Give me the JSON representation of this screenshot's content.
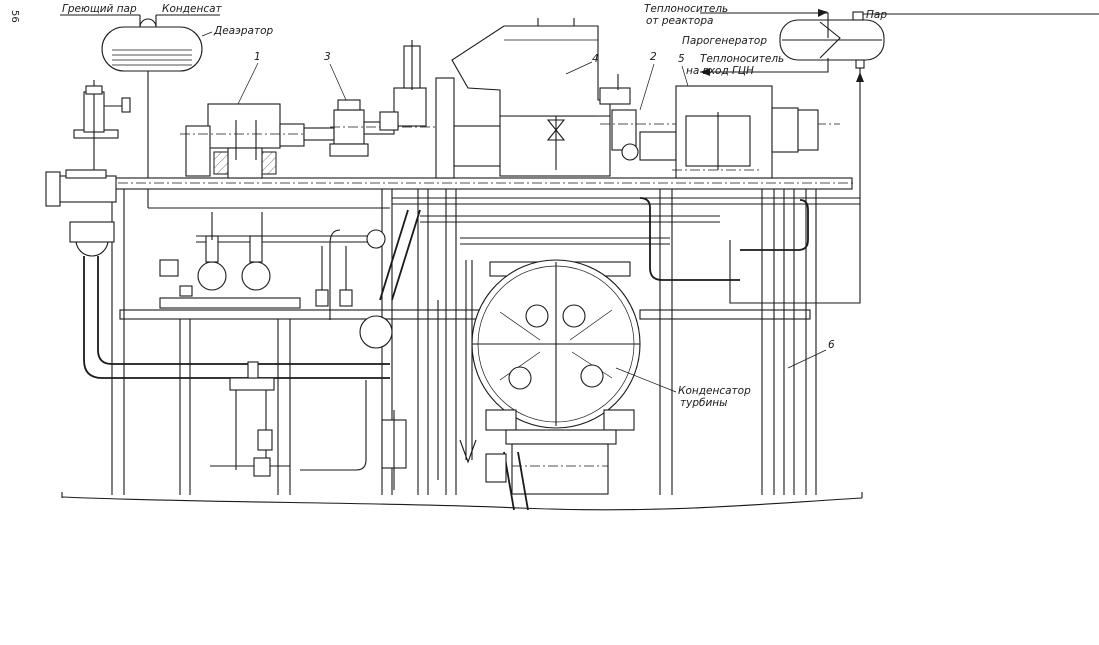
{
  "page_number": "56",
  "labels": {
    "heating_steam": "Греющий пар",
    "condensate": "Конденсат",
    "deaerator": "Деаэратор",
    "coolant_from_reactor_1": "Теплоноситель",
    "coolant_from_reactor_2": "от реактора",
    "steam": "Пар",
    "steam_generator": "Парогенератор",
    "coolant_to_pump_1": "Теплоноситель",
    "coolant_to_pump_2": "на вход ГЦН",
    "condenser_1": "Конденсатор",
    "condenser_2": "турбины"
  },
  "callouts": [
    "1",
    "3",
    "4",
    "2",
    "5",
    "6"
  ]
}
